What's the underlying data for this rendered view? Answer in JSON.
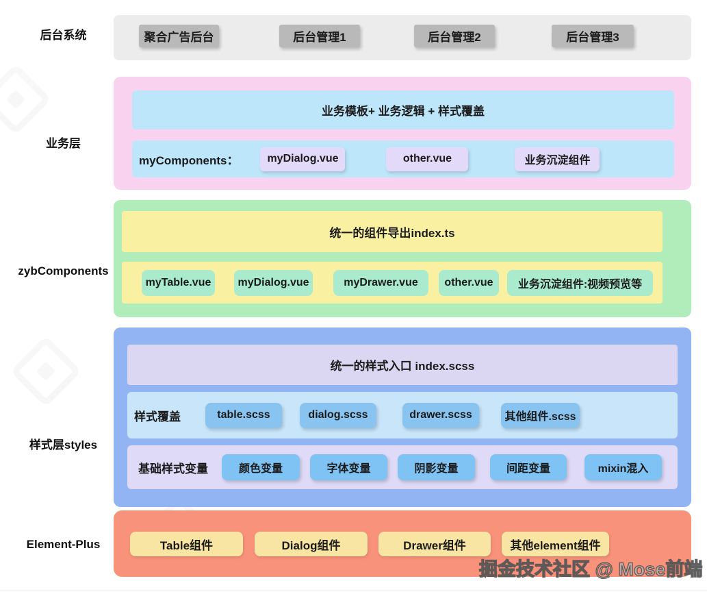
{
  "colors": {
    "backend_container": "#ececec",
    "backend_chip": "#b9b9b9",
    "business_container": "#f8d2ee",
    "business_box": "#bee6fb",
    "business_chip": "#e3dafa",
    "zyb_container": "#b1ecbb",
    "zyb_box": "#f9f0a1",
    "zyb_chip": "#abebcd",
    "styles_container": "#92b4f3",
    "styles_entry_box": "#dbd6f2",
    "styles_override_box": "#c8e5fa",
    "styles_override_chip": "#89c4f1",
    "styles_vars_box": "#dedaf7",
    "styles_vars_chip": "#7fc2f4",
    "element_container": "#f9927b",
    "element_chip": "#f8e5a3"
  },
  "backend": {
    "label": "后台系统",
    "chips": [
      "聚合广告后台",
      "后台管理1",
      "后台管理2",
      "后台管理3"
    ]
  },
  "business": {
    "label": "业务层",
    "top_box": "业务模板+ 业务逻辑 + 样式覆盖",
    "components_label": "myComponents：",
    "chips": [
      "myDialog.vue",
      "other.vue",
      "业务沉淀组件"
    ]
  },
  "zyb": {
    "label": "zybComponents",
    "top_box": "统一的组件导出index.ts",
    "chips": [
      "myTable.vue",
      "myDialog.vue",
      "myDrawer.vue",
      "other.vue",
      "业务沉淀组件:视频预览等"
    ]
  },
  "styles": {
    "label": "样式层styles",
    "entry_box": "统一的样式入口 index.scss",
    "override_label": "样式覆盖",
    "override_chips": [
      "table.scss",
      "dialog.scss",
      "drawer.scss",
      "其他组件.scss"
    ],
    "vars_label": "基础样式变量",
    "vars_chips": [
      "颜色变量",
      "字体变量",
      "阴影变量",
      "间距变量",
      "mixin混入"
    ]
  },
  "element_plus": {
    "label": "Element-Plus",
    "chips": [
      "Table组件",
      "Dialog组件",
      "Drawer组件",
      "其他element组件"
    ]
  },
  "watermark": {
    "credit": "掘金技术社区 @ Mose前端"
  }
}
